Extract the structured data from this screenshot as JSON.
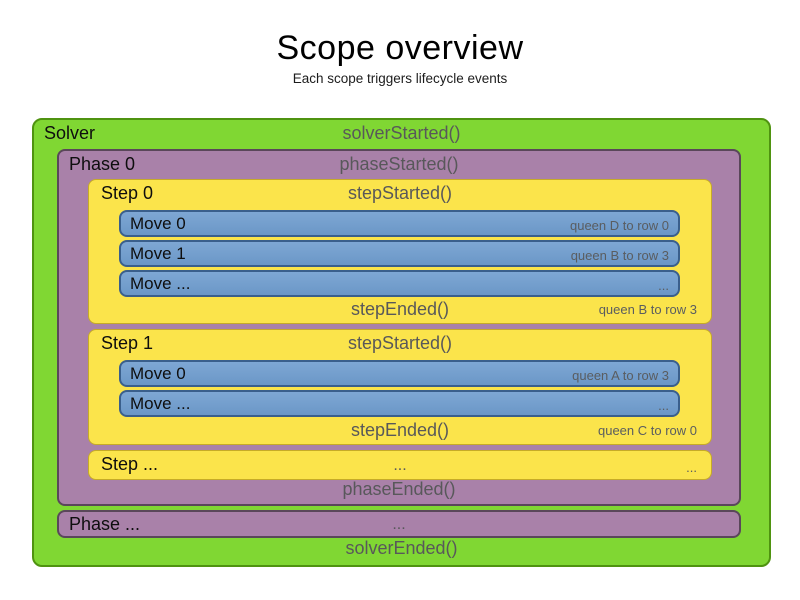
{
  "title": "Scope overview",
  "subtitle": "Each scope triggers lifecycle events",
  "colors": {
    "solver_fill": "#80d733",
    "solver_border": "#4f9310",
    "phase_fill": "#a981a9",
    "phase_border": "#5a475a",
    "step_fill": "#fbe44b",
    "step_border": "#c6ab27",
    "move_fill": "#6f9bcb",
    "move_border": "#3a5f8c",
    "event_text": "#58585a",
    "detail_text": "#5a5d60",
    "label_text": "#0e0e0e"
  },
  "solver": {
    "label": "Solver",
    "started_event": "solverStarted()",
    "ended_event": "solverEnded()"
  },
  "phase0": {
    "label": "Phase 0",
    "started_event": "phaseStarted()",
    "ended_event": "phaseEnded()"
  },
  "phase_more": {
    "label": "Phase ...",
    "center_dots": "..."
  },
  "step0": {
    "label": "Step 0",
    "started_event": "stepStarted()",
    "ended_event": "stepEnded()",
    "ended_detail": "queen B to row 3",
    "moves": [
      {
        "label": "Move 0",
        "detail": "queen D to row 0"
      },
      {
        "label": "Move 1",
        "detail": "queen B to row 3"
      },
      {
        "label": "Move ...",
        "detail": "..."
      }
    ]
  },
  "step1": {
    "label": "Step 1",
    "started_event": "stepStarted()",
    "ended_event": "stepEnded()",
    "ended_detail": "queen C to row 0",
    "moves": [
      {
        "label": "Move 0",
        "detail": "queen A to row 3"
      },
      {
        "label": "Move ...",
        "detail": "..."
      }
    ]
  },
  "step_more": {
    "label": "Step ...",
    "center_dots": "...",
    "right_dots": "..."
  }
}
